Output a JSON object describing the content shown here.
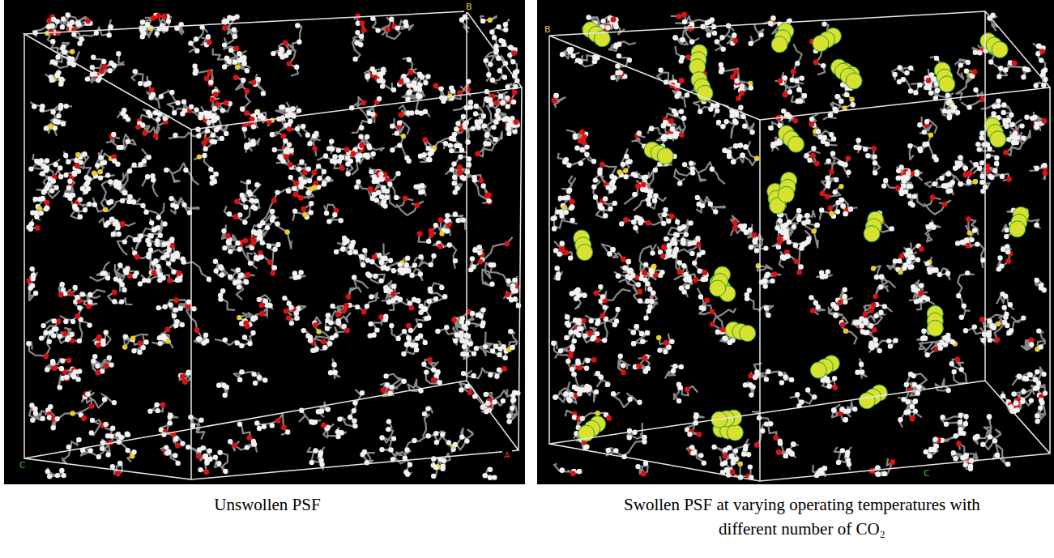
{
  "diagram": {
    "labels": [
      "B",
      "C",
      "A",
      "B",
      "C",
      "Unswollen PSF",
      "Swollen PSF at varying operating temperatures with different number of CO₂"
    ]
  }
}
